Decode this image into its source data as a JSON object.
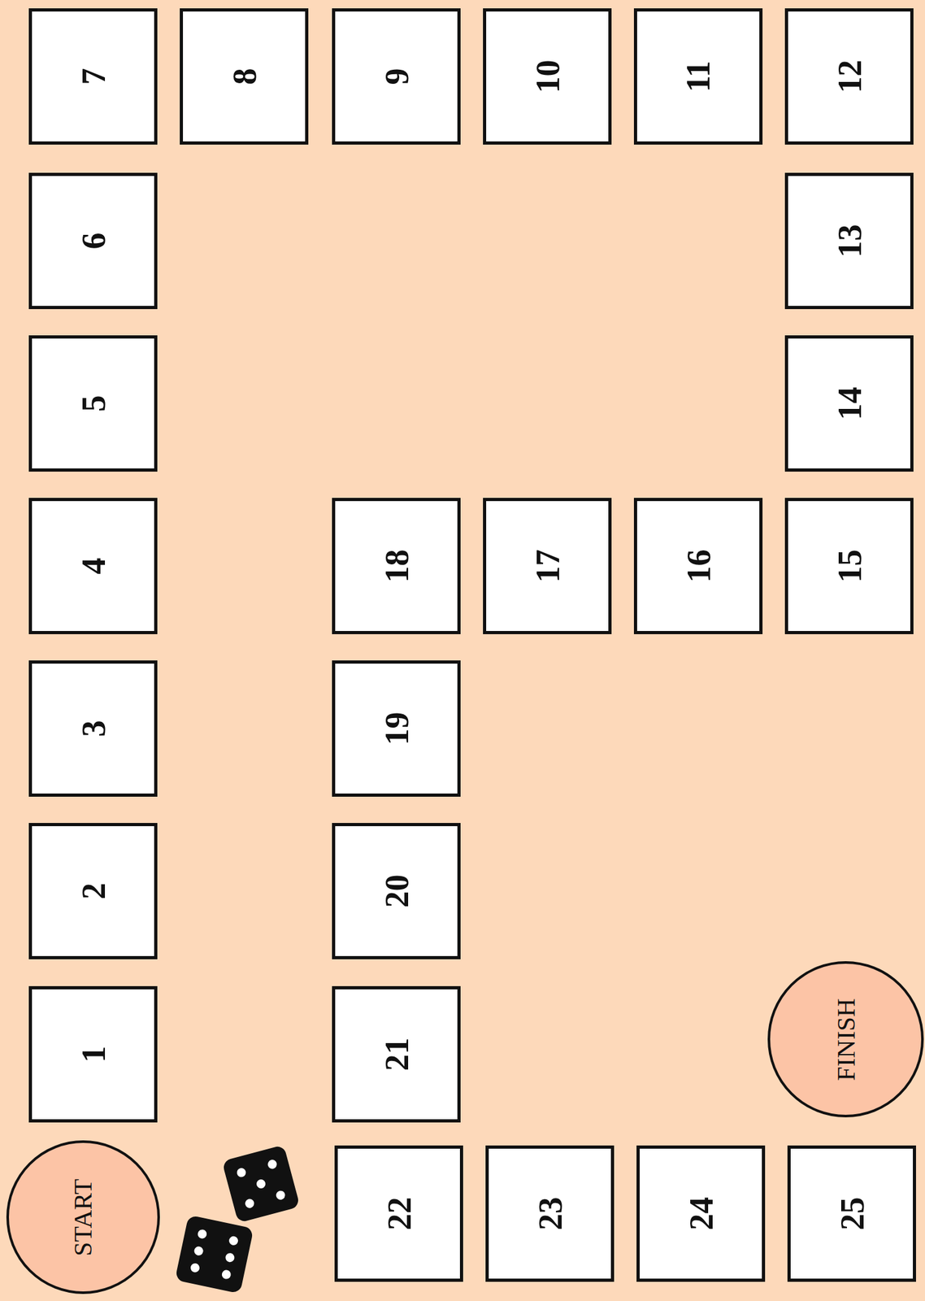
{
  "diagram": {
    "nodes": [
      {
        "text": [
          "START"
        ]
      },
      {
        "text": [
          "1"
        ]
      },
      {
        "text": [
          "2"
        ]
      },
      {
        "text": [
          "3"
        ]
      },
      {
        "text": [
          "4"
        ]
      },
      {
        "text": [
          "5"
        ]
      },
      {
        "text": [
          "6"
        ]
      },
      {
        "text": [
          "7"
        ]
      },
      {
        "text": [
          "8"
        ]
      },
      {
        "text": [
          "9"
        ]
      },
      {
        "text": [
          "10"
        ]
      },
      {
        "text": [
          "11"
        ]
      },
      {
        "text": [
          "12"
        ]
      },
      {
        "text": [
          "13"
        ]
      },
      {
        "text": [
          "14"
        ]
      },
      {
        "text": [
          "15"
        ]
      },
      {
        "text": [
          "16"
        ]
      },
      {
        "text": [
          "17"
        ]
      },
      {
        "text": [
          "18"
        ]
      },
      {
        "text": [
          "19"
        ]
      },
      {
        "text": [
          "20"
        ]
      },
      {
        "text": [
          "21"
        ]
      },
      {
        "text": [
          "22"
        ]
      },
      {
        "text": [
          "23"
        ]
      },
      {
        "text": [
          "24"
        ]
      },
      {
        "text": [
          "25"
        ]
      },
      {
        "text": [
          "FINISH"
        ]
      }
    ]
  }
}
